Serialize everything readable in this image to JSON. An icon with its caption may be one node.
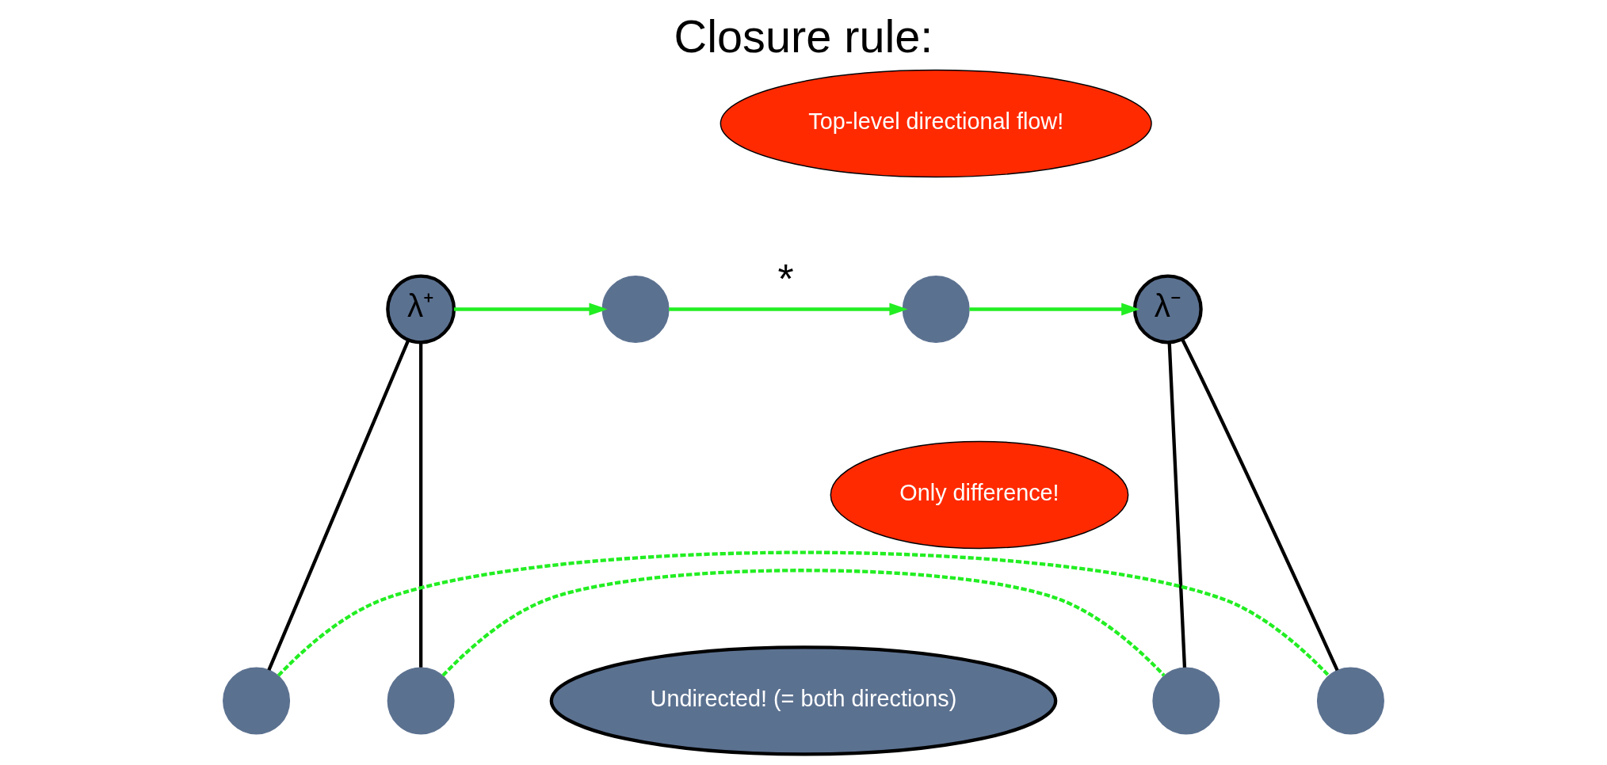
{
  "diagram": {
    "title": "Closure rule:",
    "nodes": [
      {
        "text": [
          "Top-level directional flow!"
        ]
      },
      {
        "text": [
          "λ⁺"
        ]
      },
      {
        "text": [],
        "shape": "circle"
      },
      {
        "text": [],
        "shape": "circle"
      },
      {
        "text": [
          "λ⁻"
        ]
      },
      {
        "text": [
          "Only difference!"
        ]
      },
      {
        "text": [],
        "shape": "circle"
      },
      {
        "text": [],
        "shape": "circle"
      },
      {
        "text": [
          "Undirected! (= both directions)"
        ]
      },
      {
        "text": [],
        "shape": "circle"
      },
      {
        "text": [],
        "shape": "circle"
      }
    ],
    "edges": [
      {
        "from": 1,
        "to": 2,
        "arrow": "to"
      },
      {
        "from": 2,
        "to": 3,
        "arrow": "to",
        "label": "*"
      },
      {
        "from": 3,
        "to": 4,
        "arrow": "to"
      },
      {
        "from": 1,
        "to": 6,
        "arrow": "none",
        "color": "#000000"
      },
      {
        "from": 1,
        "to": 7,
        "arrow": "none",
        "color": "#000000"
      },
      {
        "from": 4,
        "to": 9,
        "arrow": "none",
        "color": "#000000"
      },
      {
        "from": 4,
        "to": 10,
        "arrow": "none",
        "color": "#000000"
      },
      {
        "from": 7,
        "to": 9,
        "arrow": "none",
        "style": "dashed"
      },
      {
        "from": 6,
        "to": 10,
        "arrow": "none",
        "style": "dashed"
      }
    ]
  }
}
